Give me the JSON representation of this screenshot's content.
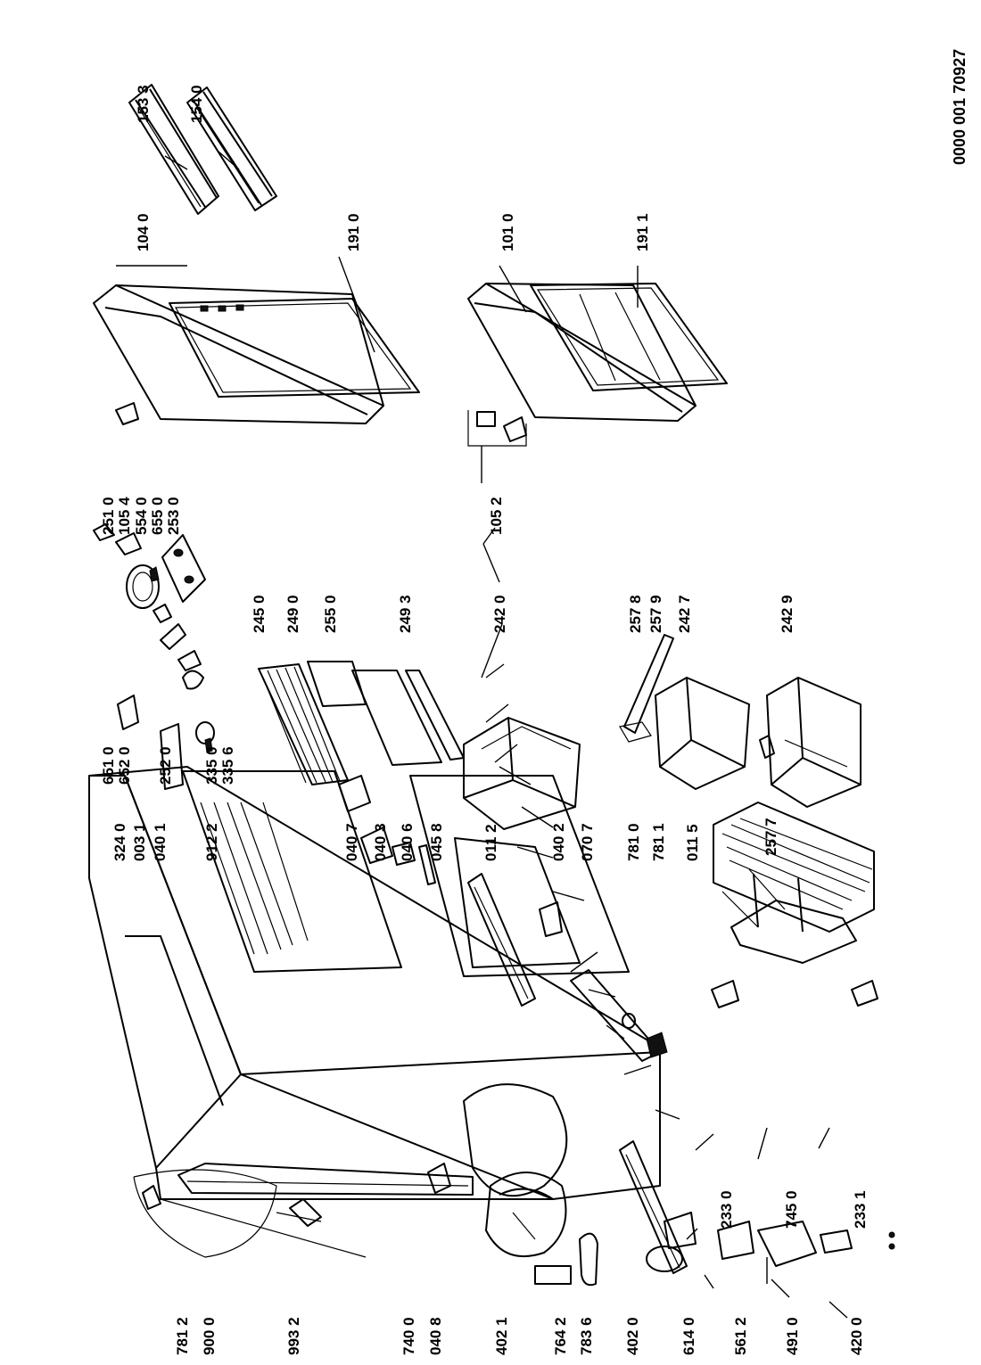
{
  "document": {
    "id": "0000 001 70927"
  },
  "parts": [
    {
      "key": "p1533",
      "label": "153 3"
    },
    {
      "key": "p1540",
      "label": "154 0"
    },
    {
      "key": "p1040",
      "label": "104 0"
    },
    {
      "key": "p1910",
      "label": "191 0"
    },
    {
      "key": "p1010",
      "label": "101 0"
    },
    {
      "key": "p1911",
      "label": "191 1"
    },
    {
      "key": "p1052",
      "label": "105 2"
    },
    {
      "key": "p2510",
      "label": "251 0"
    },
    {
      "key": "p1054",
      "label": "105 4"
    },
    {
      "key": "p5540",
      "label": "554 0"
    },
    {
      "key": "p6550",
      "label": "655 0"
    },
    {
      "key": "p2530",
      "label": "253 0"
    },
    {
      "key": "p6510",
      "label": "651 0"
    },
    {
      "key": "p6520",
      "label": "652 0"
    },
    {
      "key": "p2520",
      "label": "252 0"
    },
    {
      "key": "p3350",
      "label": "335 0"
    },
    {
      "key": "p3356",
      "label": "335 6"
    },
    {
      "key": "p2450",
      "label": "245 0"
    },
    {
      "key": "p2490",
      "label": "249 0"
    },
    {
      "key": "p2550",
      "label": "255 0"
    },
    {
      "key": "p2493",
      "label": "249 3"
    },
    {
      "key": "p2420",
      "label": "242 0"
    },
    {
      "key": "p2578",
      "label": "257 8"
    },
    {
      "key": "p2579",
      "label": "257 9"
    },
    {
      "key": "p2427",
      "label": "242 7"
    },
    {
      "key": "p2429",
      "label": "242 9"
    },
    {
      "key": "p2577",
      "label": "257 7"
    },
    {
      "key": "p3240",
      "label": "324 0"
    },
    {
      "key": "p0031",
      "label": "003 1"
    },
    {
      "key": "p0401",
      "label": "040 1"
    },
    {
      "key": "p9122",
      "label": "912 2"
    },
    {
      "key": "p0407",
      "label": "040 7"
    },
    {
      "key": "p0403",
      "label": "040 3"
    },
    {
      "key": "p0406",
      "label": "040 6"
    },
    {
      "key": "p0458",
      "label": "045 8"
    },
    {
      "key": "p0112",
      "label": "011 2"
    },
    {
      "key": "p0402",
      "label": "040 2"
    },
    {
      "key": "p0707",
      "label": "070 7"
    },
    {
      "key": "p7810",
      "label": "781 0"
    },
    {
      "key": "p7811",
      "label": "781 1"
    },
    {
      "key": "p0115",
      "label": "011 5"
    },
    {
      "key": "p2330",
      "label": "233 0"
    },
    {
      "key": "p7450",
      "label": "745 0"
    },
    {
      "key": "p2331",
      "label": "233 1"
    },
    {
      "key": "p7812",
      "label": "781 2"
    },
    {
      "key": "p9000",
      "label": "900 0"
    },
    {
      "key": "p9932",
      "label": "993 2"
    },
    {
      "key": "p7400",
      "label": "740 0"
    },
    {
      "key": "p0408",
      "label": "040 8"
    },
    {
      "key": "p4021",
      "label": "402 1"
    },
    {
      "key": "p7642",
      "label": "764 2"
    },
    {
      "key": "p7836",
      "label": "783 6"
    },
    {
      "key": "p4020",
      "label": "402 0"
    },
    {
      "key": "p6140",
      "label": "614 0"
    },
    {
      "key": "p5612",
      "label": "561 2"
    },
    {
      "key": "p4910",
      "label": "491 0"
    },
    {
      "key": "p4200",
      "label": "420 0"
    }
  ]
}
